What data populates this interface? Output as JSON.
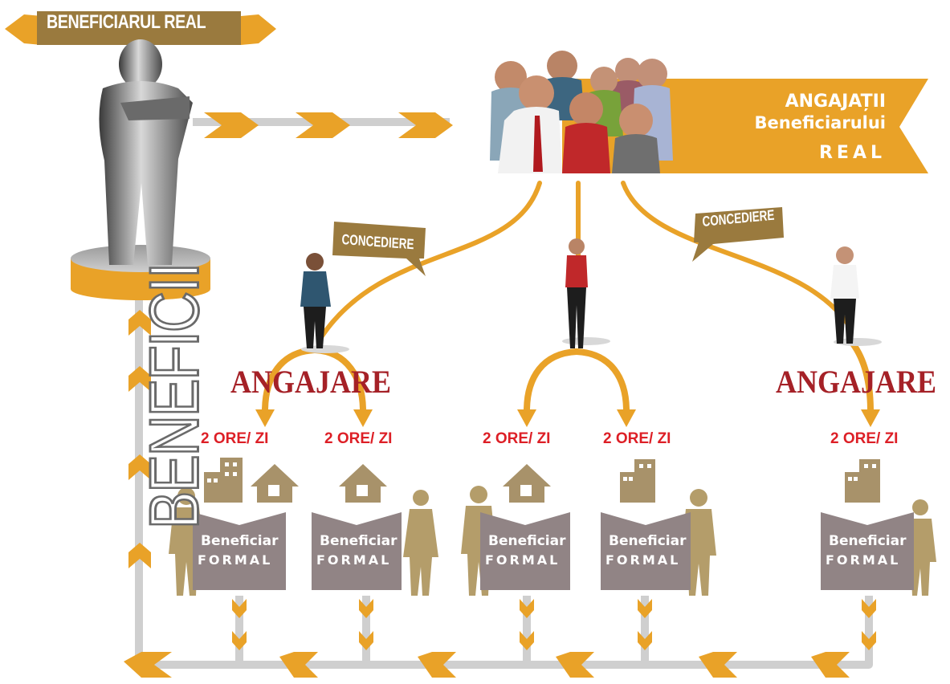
{
  "title_banner": "BENEFICIARUL REAL",
  "employees_banner": {
    "line1": "ANGAJAȚII",
    "line2": "Beneficiarului",
    "line3": "REAL"
  },
  "concediere": [
    "CONCEDIERE",
    "CONCEDIERE"
  ],
  "angajare": [
    "ANGAJARE",
    "ANGAJARE"
  ],
  "hours": [
    "2 ORE/ ZI",
    "2 ORE/ ZI",
    "2 ORE/ ZI",
    "2 ORE/ ZI",
    "2 ORE/ ZI"
  ],
  "formal_beneficiary": {
    "top": "Beneficiar",
    "bottom": "FORMAL"
  },
  "side_label": "BENEFICII",
  "colors": {
    "orange": "#e9a228",
    "brown": "#9a7a3e",
    "dark_red": "#a52127",
    "red": "#dd1f26",
    "grey_track": "#cfcfcf",
    "gold_figure": "#b49d6a",
    "taupe_card": "#918485"
  }
}
